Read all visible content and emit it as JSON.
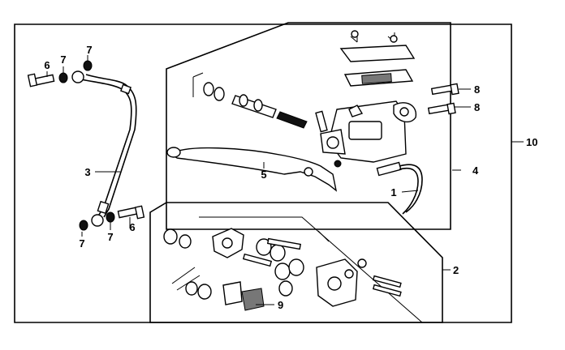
{
  "callouts": {
    "c1": "1",
    "c2": "2",
    "c3": "3",
    "c4": "4",
    "c5": "5",
    "c6a": "6",
    "c6b": "6",
    "c7a": "7",
    "c7b": "7",
    "c7c": "7",
    "c7d": "7",
    "c8a": "8",
    "c8b": "8",
    "c9": "9",
    "c10": "10"
  }
}
